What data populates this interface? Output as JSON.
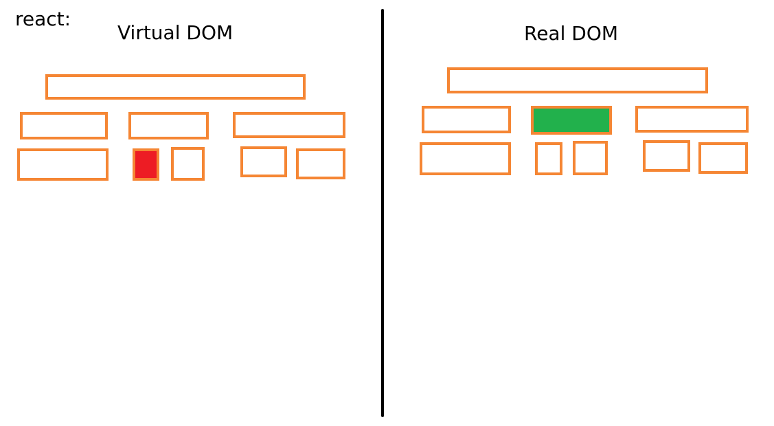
{
  "header": {
    "prefix": "react:"
  },
  "virtual_dom": {
    "title": "Virtual DOM",
    "root": {
      "state": "normal"
    },
    "level1": [
      {
        "state": "normal"
      },
      {
        "state": "normal"
      },
      {
        "state": "normal"
      }
    ],
    "level2": [
      {
        "state": "normal"
      },
      {
        "state": "changed"
      },
      {
        "state": "normal"
      },
      {
        "state": "normal"
      },
      {
        "state": "normal"
      }
    ]
  },
  "real_dom": {
    "title": "Real DOM",
    "root": {
      "state": "normal"
    },
    "level1": [
      {
        "state": "normal"
      },
      {
        "state": "updated"
      },
      {
        "state": "normal"
      }
    ],
    "level2": [
      {
        "state": "normal"
      },
      {
        "state": "normal"
      },
      {
        "state": "normal"
      },
      {
        "state": "normal"
      },
      {
        "state": "normal"
      }
    ]
  },
  "colors": {
    "node_border": "#f58634",
    "changed_fill": "#ed1c24",
    "updated_fill": "#22b14c",
    "divider": "#000000",
    "text": "#000000"
  }
}
